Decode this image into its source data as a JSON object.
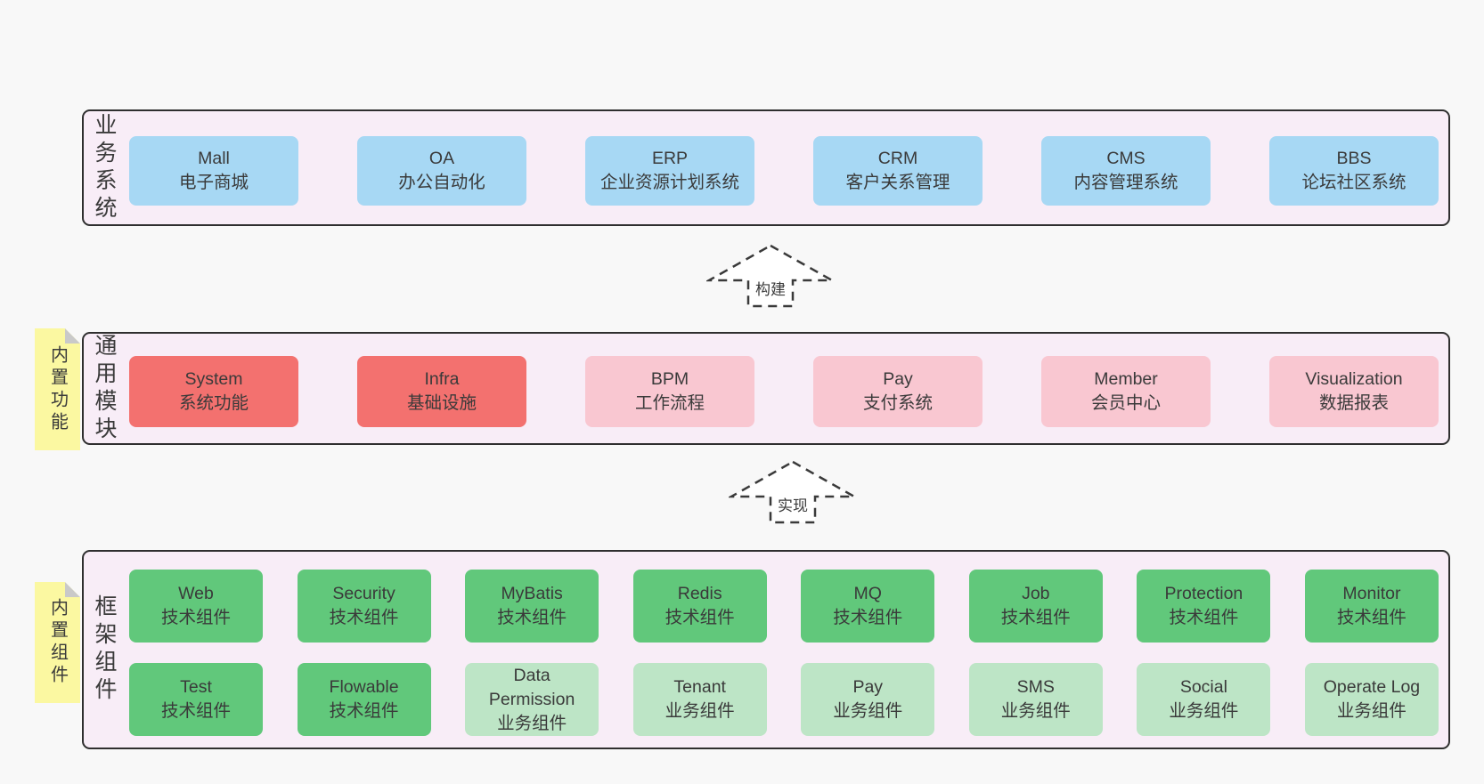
{
  "palette": {
    "page_bg": "#f8f8f8",
    "panel_bg": "#f8edf7",
    "panel_border": "#2f2f2f",
    "blue": "#a7d8f4",
    "red": "#f3716f",
    "pink": "#f9c7d1",
    "green": "#61c87b",
    "light_green": "#bde5c6",
    "note_yellow": "#fbf8a1",
    "note_fold": "#c9c9c9",
    "arrow_stroke": "#3a3a3a",
    "arrow_fill": "#ffffff",
    "text": "#3a3a3a"
  },
  "sections": [
    {
      "label": "业务系统",
      "rows": [
        [
          {
            "name": "Mall",
            "desc": "电子商城",
            "color": "blue"
          },
          {
            "name": "OA",
            "desc": "办公自动化",
            "color": "blue"
          },
          {
            "name": "ERP",
            "desc": "企业资源计划系统",
            "color": "blue"
          },
          {
            "name": "CRM",
            "desc": "客户关系管理",
            "color": "blue"
          },
          {
            "name": "CMS",
            "desc": "内容管理系统",
            "color": "blue"
          },
          {
            "name": "BBS",
            "desc": "论坛社区系统",
            "color": "blue"
          }
        ]
      ]
    },
    {
      "label": "通用模块",
      "rows": [
        [
          {
            "name": "System",
            "desc": "系统功能",
            "color": "red"
          },
          {
            "name": "Infra",
            "desc": "基础设施",
            "color": "red"
          },
          {
            "name": "BPM",
            "desc": "工作流程",
            "color": "pink"
          },
          {
            "name": "Pay",
            "desc": "支付系统",
            "color": "pink"
          },
          {
            "name": "Member",
            "desc": "会员中心",
            "color": "pink"
          },
          {
            "name": "Visualization",
            "desc": "数据报表",
            "color": "pink"
          }
        ]
      ]
    },
    {
      "label": "框架组件",
      "rows": [
        [
          {
            "name": "Web",
            "desc": "技术组件",
            "color": "green"
          },
          {
            "name": "Security",
            "desc": "技术组件",
            "color": "green"
          },
          {
            "name": "MyBatis",
            "desc": "技术组件",
            "color": "green"
          },
          {
            "name": "Redis",
            "desc": "技术组件",
            "color": "green"
          },
          {
            "name": "MQ",
            "desc": "技术组件",
            "color": "green"
          },
          {
            "name": "Job",
            "desc": "技术组件",
            "color": "green"
          },
          {
            "name": "Protection",
            "desc": "技术组件",
            "color": "green"
          },
          {
            "name": "Monitor",
            "desc": "技术组件",
            "color": "green"
          }
        ],
        [
          {
            "name": "Test",
            "desc": "技术组件",
            "color": "green"
          },
          {
            "name": "Flowable",
            "desc": "技术组件",
            "color": "green"
          },
          {
            "name": "Data Permission",
            "desc": "业务组件",
            "color": "light_green"
          },
          {
            "name": "Tenant",
            "desc": "业务组件",
            "color": "light_green"
          },
          {
            "name": "Pay",
            "desc": "业务组件",
            "color": "light_green"
          },
          {
            "name": "SMS",
            "desc": "业务组件",
            "color": "light_green"
          },
          {
            "name": "Social",
            "desc": "业务组件",
            "color": "light_green"
          },
          {
            "name": "Operate Log",
            "desc": "业务组件",
            "color": "light_green"
          }
        ]
      ]
    }
  ],
  "arrows": [
    {
      "label": "构建"
    },
    {
      "label": "实现"
    }
  ],
  "notes": [
    {
      "label": "内置功能"
    },
    {
      "label": "内置组件"
    }
  ]
}
